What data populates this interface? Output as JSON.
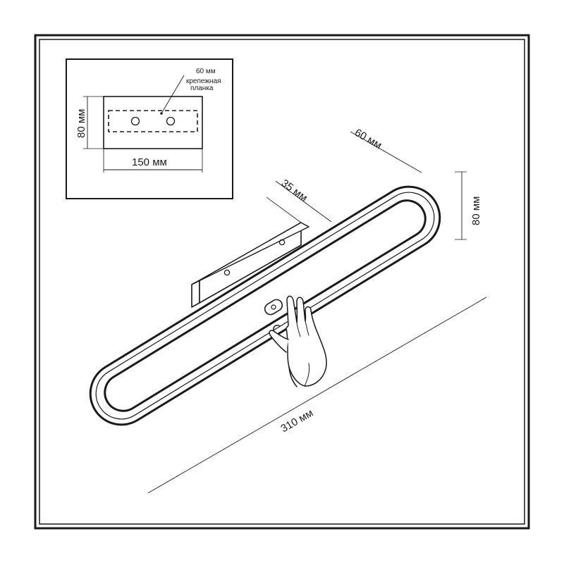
{
  "inset": {
    "callout_size": "60 мм",
    "callout_label_line1": "крепежная",
    "callout_label_line2": "планка",
    "height": "80 мм",
    "width": "150 мм"
  },
  "main": {
    "bracket_depth": "35 мм",
    "depth": "60 мм",
    "height": "80 мм",
    "length": "310 мм"
  }
}
